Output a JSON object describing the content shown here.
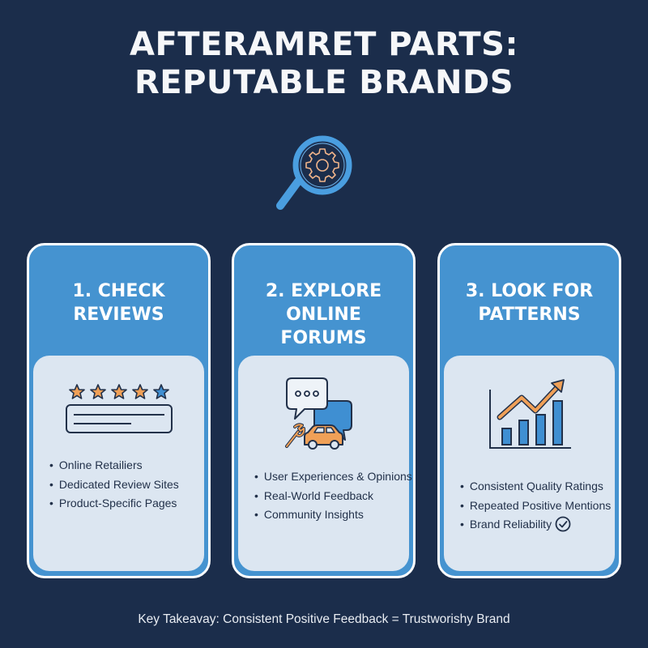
{
  "header": {
    "title_line1": "AFTERAMRET PARTS:",
    "title_line2": "REPUTABLE BRANDS",
    "hero_icon": "magnifier-gear-icon"
  },
  "colors": {
    "background": "#1b2d4b",
    "card_blue": "#4593d0",
    "panel_light": "#dce6f1",
    "accent_orange": "#f0a057",
    "text_dark": "#22314a"
  },
  "cards": [
    {
      "title_line1": "1. CHECK",
      "title_line2": "REVIEWS",
      "icon": "star-rating-review-icon",
      "bullets": [
        "Online Retailiers",
        "Dedicated Review Sites",
        "Product-Specific Pages"
      ]
    },
    {
      "title_line1": "2. EXPLORE",
      "title_line2": "ONLINE",
      "title_line3": "FORUMS",
      "icon": "chat-bubbles-car-wrench-icon",
      "bullets": [
        "User Experiences & Opinions",
        "Real-World Feedback",
        "Community Insights"
      ]
    },
    {
      "title_line1": "3. LOOK FOR",
      "title_line2": "PATTERNS",
      "icon": "growth-bar-chart-icon",
      "bullets": [
        "Consistent Quality Ratings",
        "Repeated Positive Mentions",
        "Brand Reliability"
      ]
    }
  ],
  "footer": {
    "takeaway": "Key Takeavay: Consistent Positive Feedback = Trustworishy Brand"
  }
}
